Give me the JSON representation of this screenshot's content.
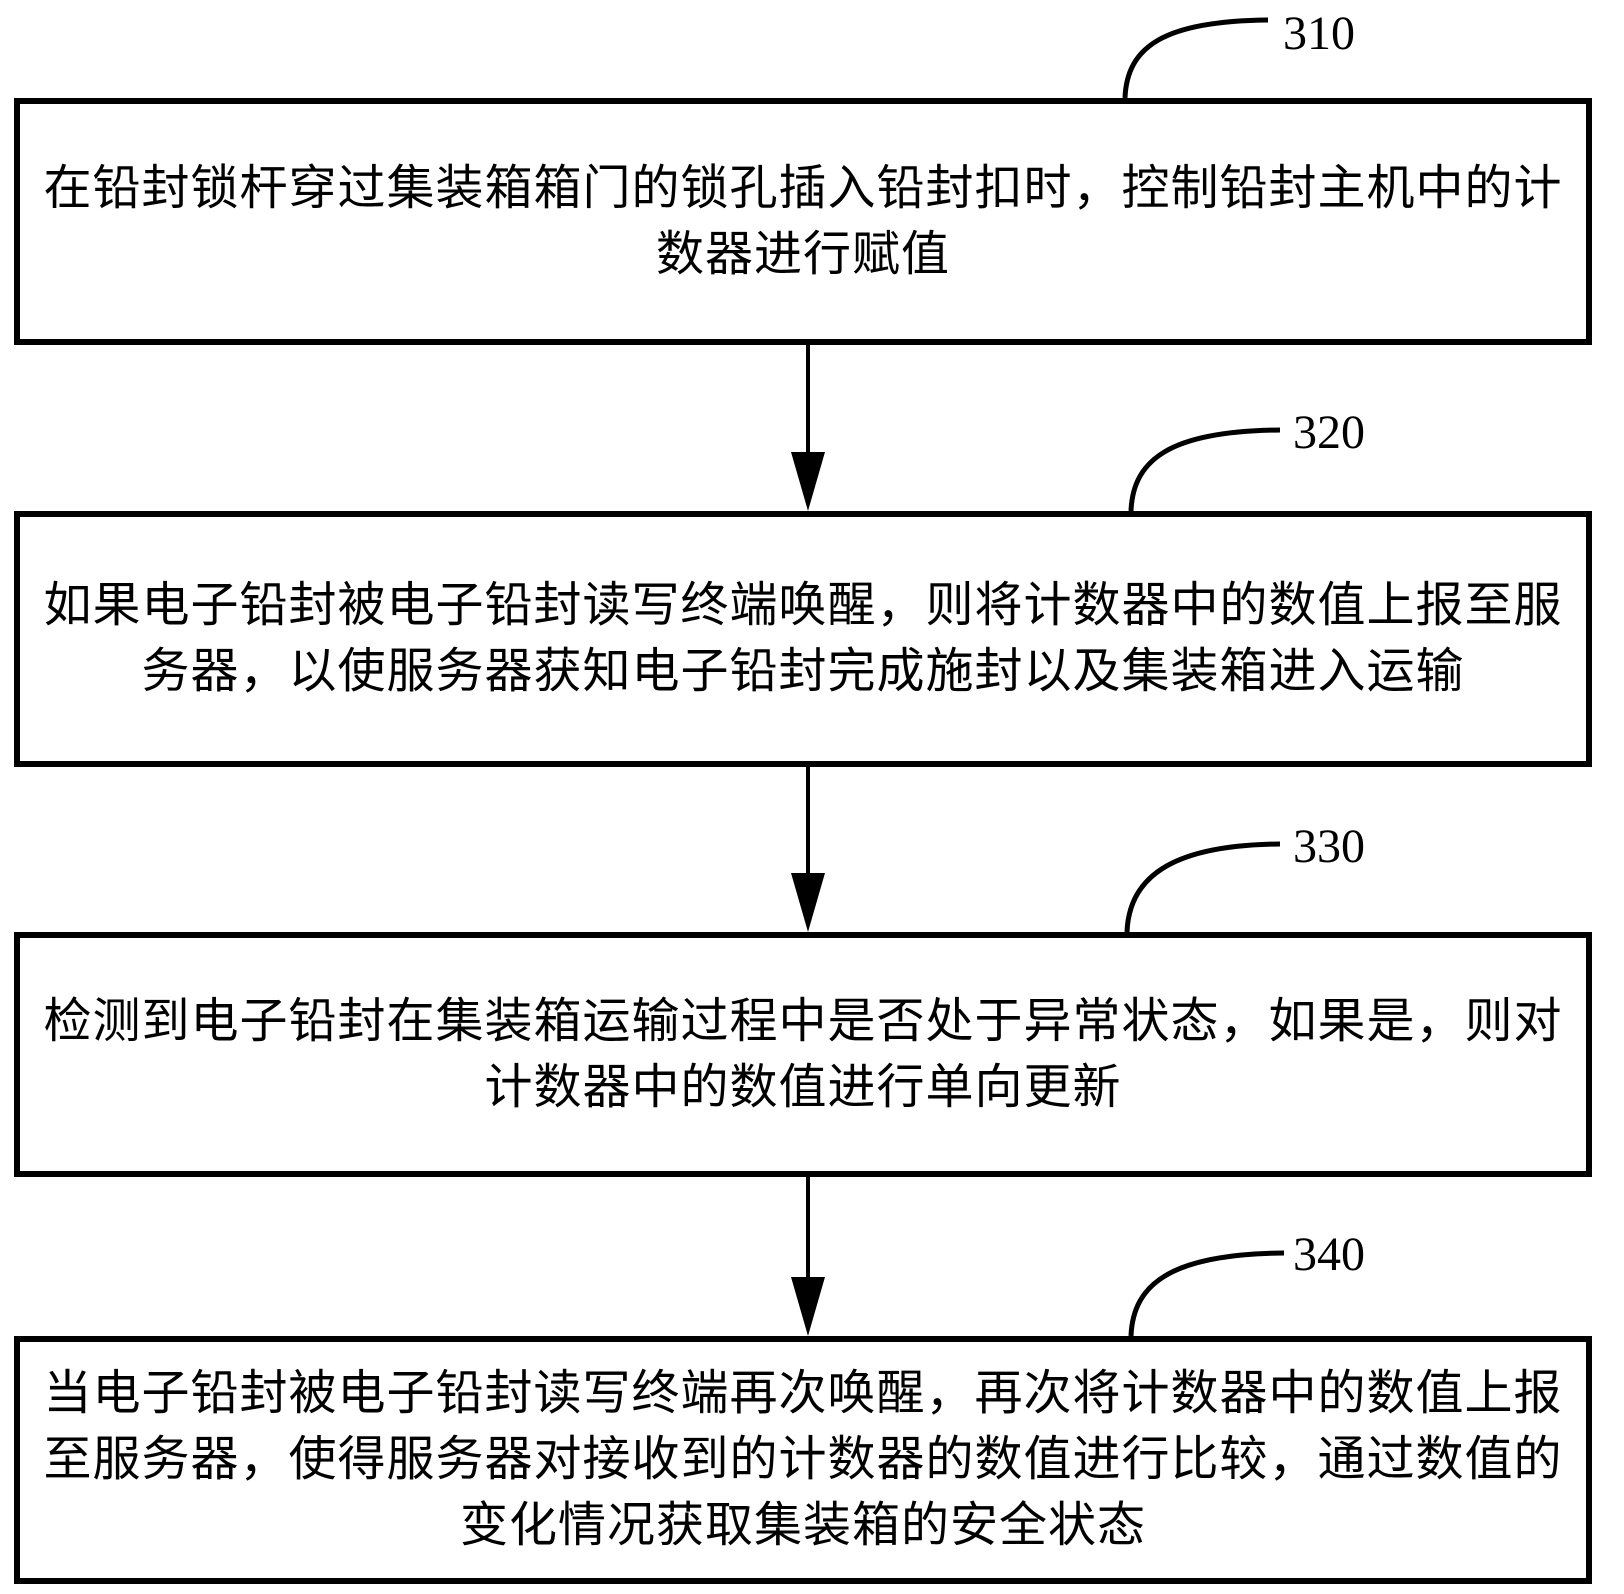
{
  "figure": {
    "background_color": "#ffffff",
    "line_color": "#000000",
    "type": "flowchart",
    "direction": "top-down"
  },
  "steps": [
    {
      "id": "310",
      "text": "在铅封锁杆穿过集装箱箱门的锁孔插入铅封扣时，控制铅封主机中的计数器进行赋值"
    },
    {
      "id": "320",
      "text": "如果电子铅封被电子铅封读写终端唤醒，则将计数器中的数值上报至服务器，以使服务器获知电子铅封完成施封以及集装箱进入运输"
    },
    {
      "id": "330",
      "text": "检测到电子铅封在集装箱运输过程中是否处于异常状态，如果是，则对计数器中的数值进行单向更新"
    },
    {
      "id": "340",
      "text": "当电子铅封被电子铅封读写终端再次唤醒，再次将计数器中的数值上报至服务器，使得服务器对接收到的计数器的数值进行比较，通过数值的变化情况获取集装箱的安全状态"
    }
  ],
  "edges": [
    {
      "from": "310",
      "to": "320"
    },
    {
      "from": "320",
      "to": "330"
    },
    {
      "from": "330",
      "to": "340"
    }
  ]
}
